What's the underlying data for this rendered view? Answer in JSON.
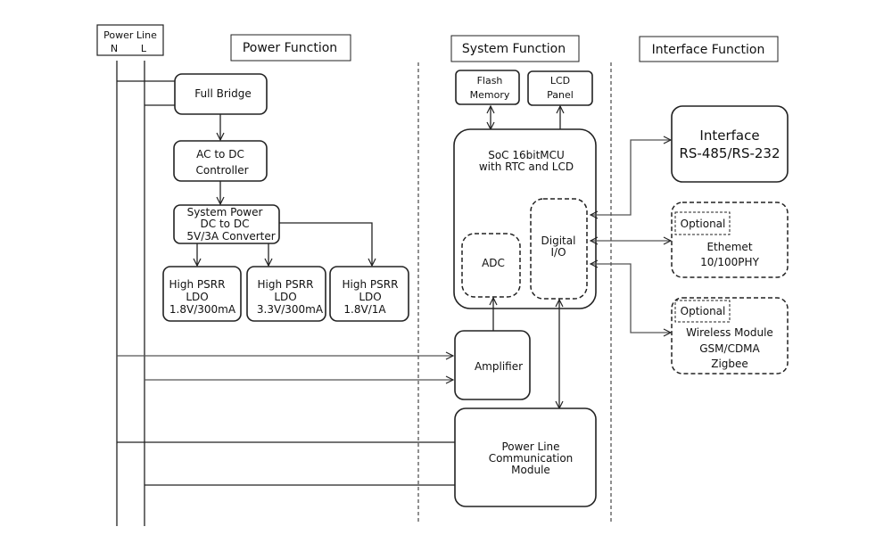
{
  "power_line": {
    "title": "Power Line",
    "n": "N",
    "l": "L"
  },
  "sections": {
    "power": "Power Function",
    "system": "System Function",
    "interface": "Interface Function"
  },
  "blocks": {
    "full_bridge": "Full Bridge",
    "ac_dc": [
      "AC to DC",
      "Controller"
    ],
    "dcdc": [
      "System Power",
      "DC to DC",
      "5V/3A Converter"
    ],
    "ldo1": [
      "High PSRR",
      "LDO",
      "1.8V/300mA"
    ],
    "ldo2": [
      "High PSRR",
      "LDO",
      "3.3V/300mA"
    ],
    "ldo3": [
      "High PSRR",
      "LDO",
      "1.8V/1A"
    ],
    "flash": [
      "Flash",
      "Memory"
    ],
    "lcd": [
      "LCD",
      "Panel"
    ],
    "soc": [
      "SoC 16bitMCU",
      "with RTC and LCD"
    ],
    "adc": "ADC",
    "dio": [
      "Digital",
      "I/O"
    ],
    "amplifier": "Amplifier",
    "plc": [
      "Power Line",
      "Communication",
      "Module"
    ],
    "interface": [
      "Interface",
      "RS-485/RS-232"
    ],
    "ethernet": {
      "tag": "Optional",
      "lines": [
        "Ethemet",
        "10/100PHY"
      ]
    },
    "wireless": {
      "tag": "Optional",
      "lines": [
        "Wireless Module",
        "GSM/CDMA",
        "Zigbee"
      ]
    }
  }
}
